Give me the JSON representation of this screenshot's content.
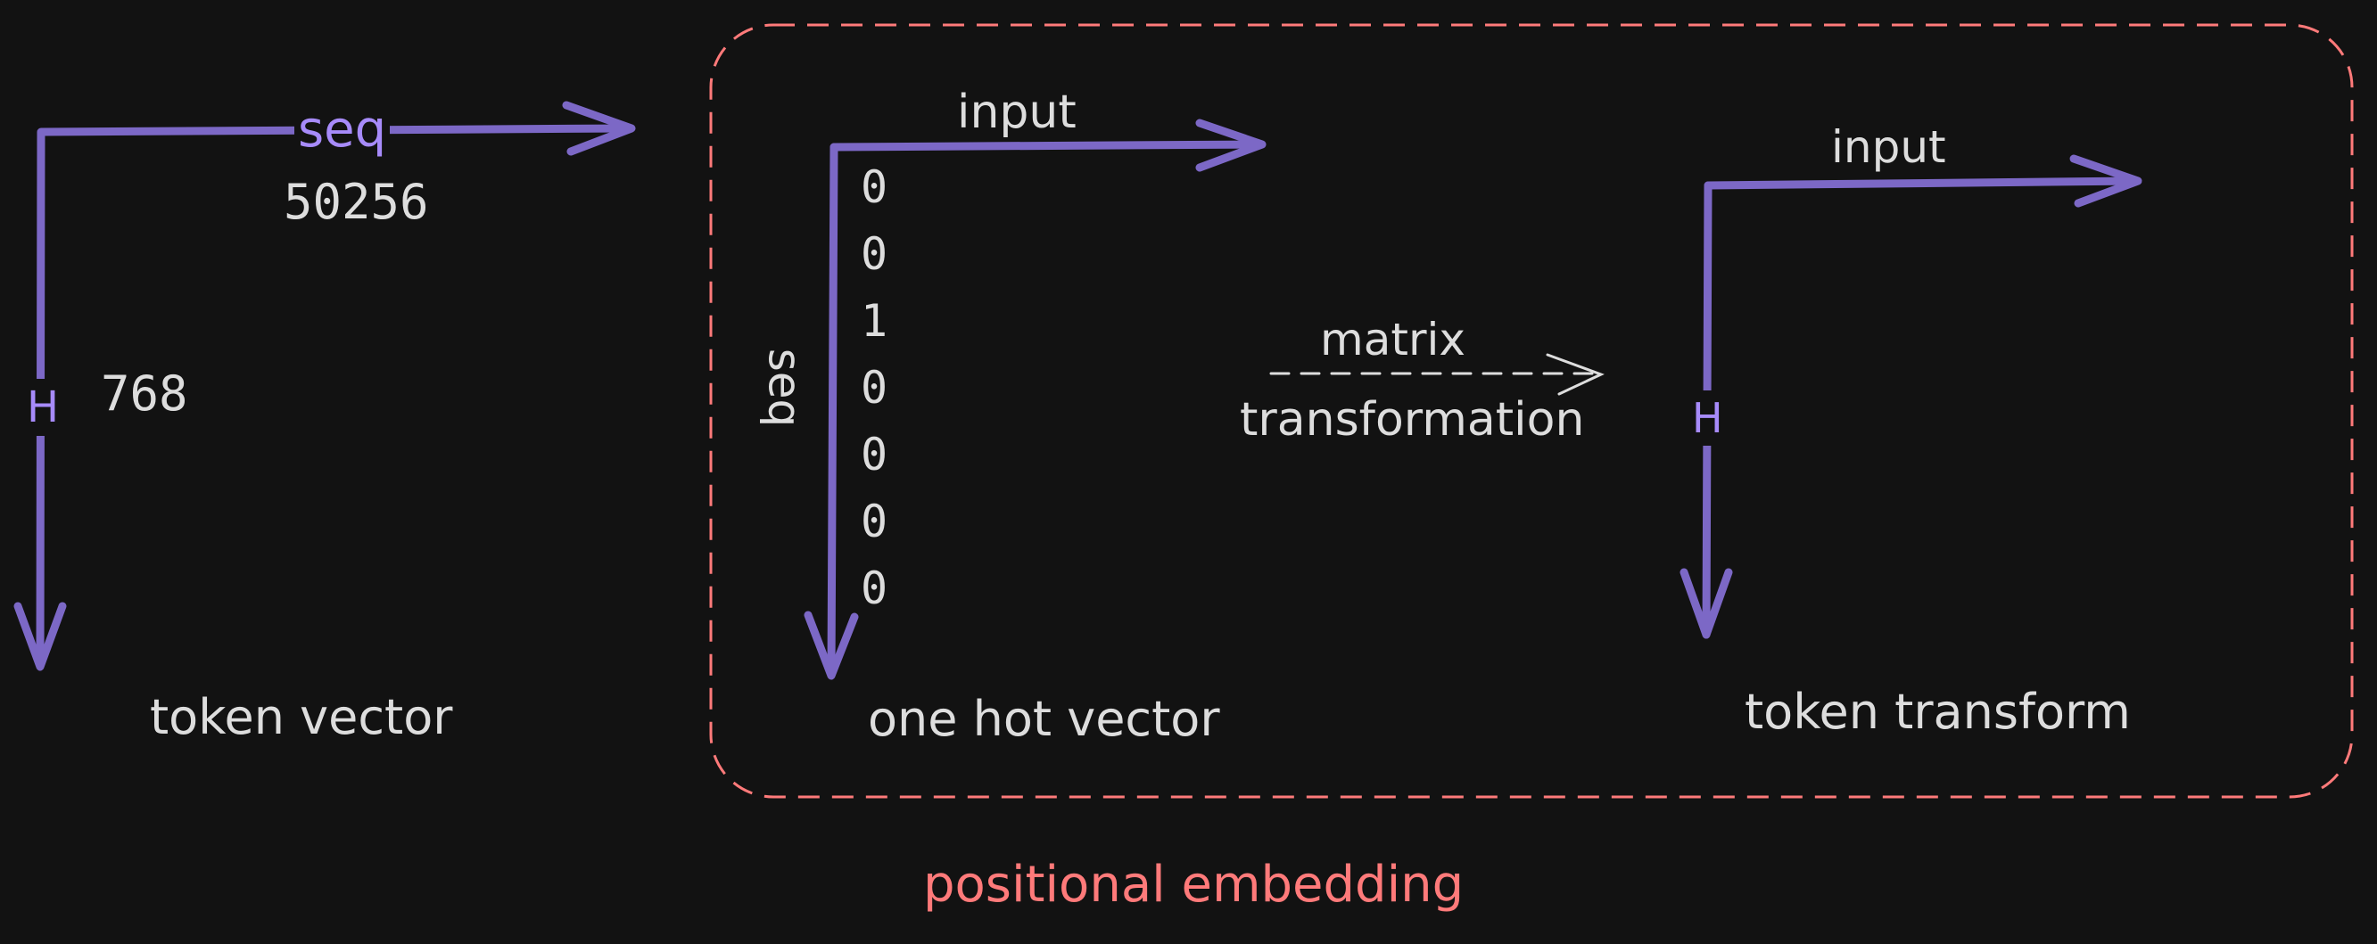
{
  "colors": {
    "background": "#121212",
    "axis_stroke": "#7c68c6",
    "axis_label": "#a78bfa",
    "text": "#dddddd",
    "dashed_box": "#ff7a7a",
    "caption_accent": "#ff7a7a"
  },
  "token_vector": {
    "seq_label": "seq",
    "seq_value": "50256",
    "h_label": "H",
    "h_value": "768",
    "caption": "token vector"
  },
  "one_hot": {
    "input_label": "input",
    "seq_label": "seq",
    "digits": [
      "0",
      "0",
      "1",
      "0",
      "0",
      "0",
      "0"
    ],
    "caption": "one hot vector"
  },
  "transform_arrow": {
    "label_top": "matrix",
    "label_bottom": "transformation"
  },
  "token_transform": {
    "input_label": "input",
    "h_label": "H",
    "caption": "token transform"
  },
  "group_caption": "positional embedding"
}
